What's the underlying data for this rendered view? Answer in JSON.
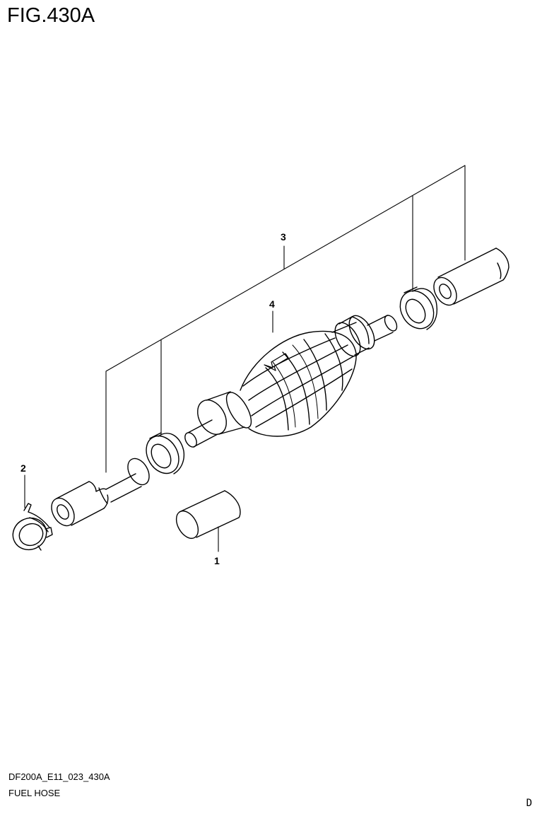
{
  "figure": {
    "title": "FIG.430A"
  },
  "callouts": {
    "hose_short": "1",
    "clamp": "2",
    "hose_assembly": "3",
    "primer_bulb": "4"
  },
  "footer": {
    "code": "DF200A_E11_023_430A",
    "name": "FUEL HOSE",
    "page_letter": "D"
  }
}
